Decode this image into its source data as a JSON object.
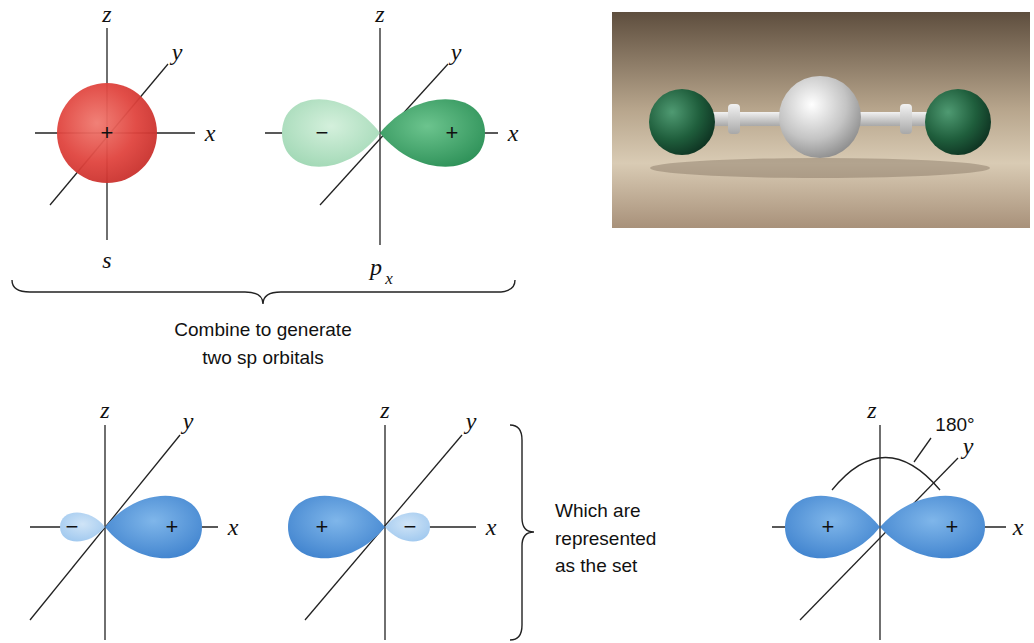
{
  "diagram": {
    "labels": [
      "z",
      "y",
      "x",
      "+",
      "s",
      "z",
      "y",
      "−",
      "+",
      "x",
      "p",
      "x",
      "Combine to generate two sp orbitals",
      "z",
      "y",
      "−",
      "+",
      "x",
      "z",
      "y",
      "+",
      "−",
      "x",
      "Which are represented as the set",
      "z",
      "180°",
      "y",
      "+",
      "+",
      "x"
    ]
  }
}
